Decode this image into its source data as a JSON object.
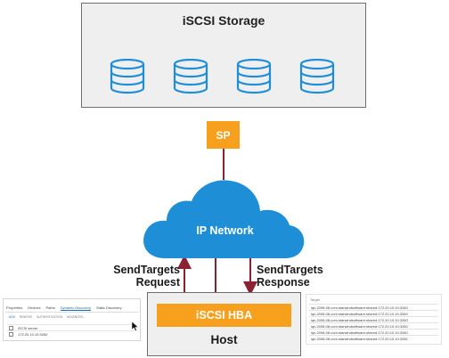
{
  "storage": {
    "title": "iSCSI Storage",
    "disk_count": 4
  },
  "sp": {
    "label": "SP"
  },
  "network": {
    "label": "IP Network"
  },
  "flows": {
    "request_line1": "SendTargets",
    "request_line2": "Request",
    "response_line1": "SendTargets",
    "response_line2": "Response"
  },
  "host": {
    "hba_label": "iSCSI HBA",
    "label": "Host"
  },
  "colors": {
    "orange": "#F6A01E",
    "cloud": "#1E8FD6",
    "arrow": "#8B2232",
    "db_stroke": "#1E8FD6"
  },
  "properties_panel": {
    "tabs": [
      "Properties",
      "Devices",
      "Paths",
      "Dynamic Discovery",
      "Static Discovery"
    ],
    "active_tab": "Dynamic Discovery",
    "actions": [
      "ADD",
      "REMOVE",
      "AUTHENTICATION",
      "ADVANCED..."
    ],
    "column_header": "iSCSI server",
    "rows": [
      "172.20.10.10:3260"
    ]
  },
  "targets_panel": {
    "header": "Target",
    "rows": [
      "iqn.2008-08.com.starwindsoftware:shared:172.20.10.10:3260",
      "iqn.2008-08.com.starwindsoftware:shared:172.20.10.10:3260",
      "iqn.2008-08.com.starwindsoftware:shared:172.20.10.10:3260",
      "iqn.2008-08.com.starwindsoftware:shared:172.20.10.10:3260",
      "iqn.2008-08.com.starwindsoftware:shared:172.20.10.10:3260",
      "iqn.2008-08.com.starwindsoftware:shared:172.20.10.10:3260"
    ]
  }
}
